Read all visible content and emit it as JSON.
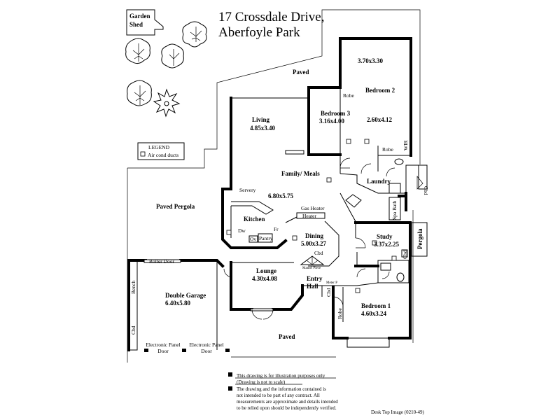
{
  "title": {
    "line1": "17 Crossdale Drive,",
    "line2": "Aberfoyle Park"
  },
  "legend": {
    "heading": "LEGEND",
    "item": "Air cond ducts"
  },
  "garden_shed": {
    "line1": "Garden",
    "line2": "Shed"
  },
  "rooms": {
    "bedroom2": {
      "name": "Bedroom 2",
      "dims_top": "3.70x3.30",
      "dims": "2.60x4.12"
    },
    "bedroom3": {
      "name": "Bedroom 3",
      "dims": "3.16x4.00"
    },
    "living": {
      "name": "Living",
      "dims": "4.85x3.40"
    },
    "family": {
      "name": "Family/ Meals",
      "dims": "6.80x5.75"
    },
    "laundry": {
      "name": "Laundry"
    },
    "kitchen": {
      "name": "Kitchen"
    },
    "dining": {
      "name": "Dining",
      "dims": "5.00x3.27"
    },
    "study": {
      "name": "Study",
      "dims": "3.37x2.25"
    },
    "lounge": {
      "name": "Lounge",
      "dims": "4.30x4.08"
    },
    "entry": {
      "line1": "Entry",
      "line2": "Hall"
    },
    "bedroom1": {
      "name": "Bedroom 1",
      "dims": "4.60x3.24"
    },
    "garage": {
      "name": "Double Garage",
      "dims": "6.40x5.80"
    }
  },
  "outdoor": {
    "paved_top": "Paved",
    "paved_bottom": "Paved",
    "pergola_paved": "Paved Pergola",
    "pergola": "Pergola"
  },
  "fixtures": {
    "robe": "Robe",
    "wir": "WIR",
    "servery": "Servery",
    "gas_heater": "Gas Heater",
    "heater": "Heater",
    "dw": "Dw",
    "ov": "Ov",
    "pantry": "Pantry",
    "fr": "Fr",
    "cbd": "Cbd",
    "mantel": "Mantel Piece",
    "spa_bath": "Spa Bath",
    "roller_door": "Roller Door",
    "bench": "Bench",
    "electronic_panel_door": "Electronic Panel Door",
    "meter": "Meter P"
  },
  "disclaimer": {
    "line1": "This drawing is for illustration purposes only",
    "line2": "(Drawing is not to scale)",
    "line3": "The drawing and the information contained is",
    "line4": "not intended to be part of any contract.  All",
    "line5": "measurements are approximate and details intended",
    "line6": "to be relied upon should be independently verified."
  },
  "image_ref": "Desk Top Image (0210-49)"
}
